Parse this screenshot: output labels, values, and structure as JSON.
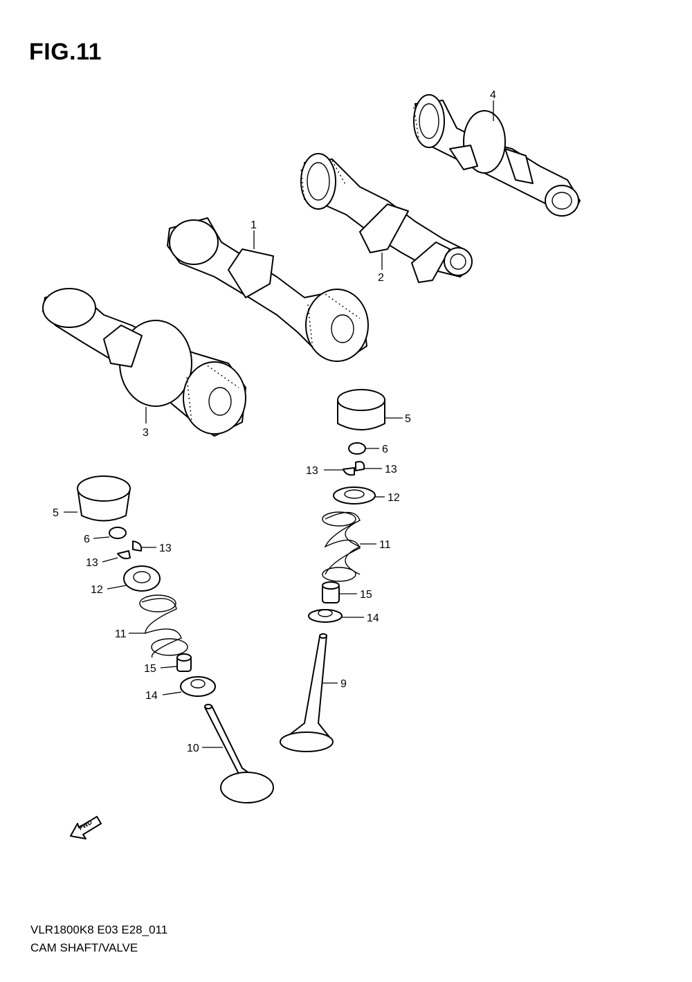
{
  "figure": {
    "title": "FIG.11"
  },
  "footer": {
    "model_code": "VLR1800K8 E03 E28_011",
    "section_name": "CAM SHAFT/VALVE"
  },
  "callouts": [
    {
      "name": "callout-1",
      "text": "1"
    },
    {
      "name": "callout-2",
      "text": "2"
    },
    {
      "name": "callout-3",
      "text": "3"
    },
    {
      "name": "callout-4",
      "text": "4"
    },
    {
      "name": "callout-5a",
      "text": "5"
    },
    {
      "name": "callout-6a",
      "text": "6"
    },
    {
      "name": "callout-13a",
      "text": "13"
    },
    {
      "name": "callout-13b",
      "text": "13"
    },
    {
      "name": "callout-12a",
      "text": "12"
    },
    {
      "name": "callout-11a",
      "text": "11"
    },
    {
      "name": "callout-15a",
      "text": "15"
    },
    {
      "name": "callout-14a",
      "text": "14"
    },
    {
      "name": "callout-9",
      "text": "9"
    },
    {
      "name": "callout-5b",
      "text": "5"
    },
    {
      "name": "callout-6b",
      "text": "6"
    },
    {
      "name": "callout-13c",
      "text": "13"
    },
    {
      "name": "callout-13d",
      "text": "13"
    },
    {
      "name": "callout-12b",
      "text": "12"
    },
    {
      "name": "callout-11b",
      "text": "11"
    },
    {
      "name": "callout-15b",
      "text": "15"
    },
    {
      "name": "callout-14b",
      "text": "14"
    },
    {
      "name": "callout-10",
      "text": "10"
    }
  ],
  "fwd_arrow": {
    "label": "FWD"
  }
}
